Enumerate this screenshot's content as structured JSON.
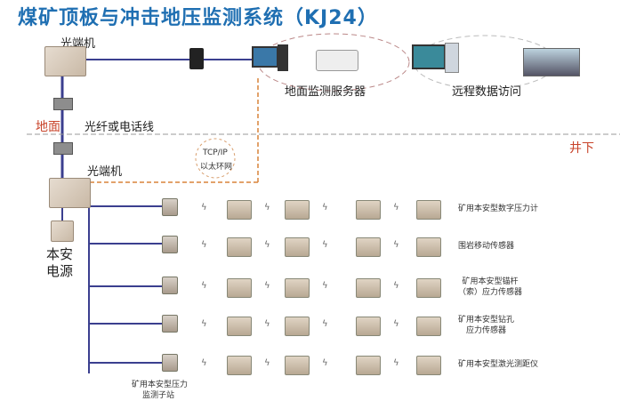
{
  "title": "煤矿顶板与冲击地压监测系统（KJ24）",
  "labels": {
    "optical_top": "光端机",
    "optical_bottom": "光端机",
    "surface_server": "地面监测服务器",
    "remote_access": "远程数据访问",
    "surface": "地面",
    "fiber_or_phone": "光纤或电话线",
    "underground": "井下",
    "tcpip_line1": "TCP/IP",
    "tcpip_line2": "以太环网",
    "power_line1": "本安",
    "power_line2": "电源",
    "substation_line1": "矿用本安型压力",
    "substation_line2": "监测子站"
  },
  "rows": [
    {
      "label_lines": [
        "矿用本安型数字压力计"
      ]
    },
    {
      "label_lines": [
        "围岩移动传感器"
      ]
    },
    {
      "label_lines": [
        "矿用本安型锚杆",
        "（索）应力传感器"
      ]
    },
    {
      "label_lines": [
        "矿用本安型钻孔",
        "应力传感器"
      ]
    },
    {
      "label_lines": [
        "矿用本安型激光测距仪"
      ]
    }
  ],
  "colors": {
    "title": "#1f6fb2",
    "trunk": "#3b3f8f",
    "accent_red": "#c8432a",
    "orange_dash": "#d9843a"
  }
}
